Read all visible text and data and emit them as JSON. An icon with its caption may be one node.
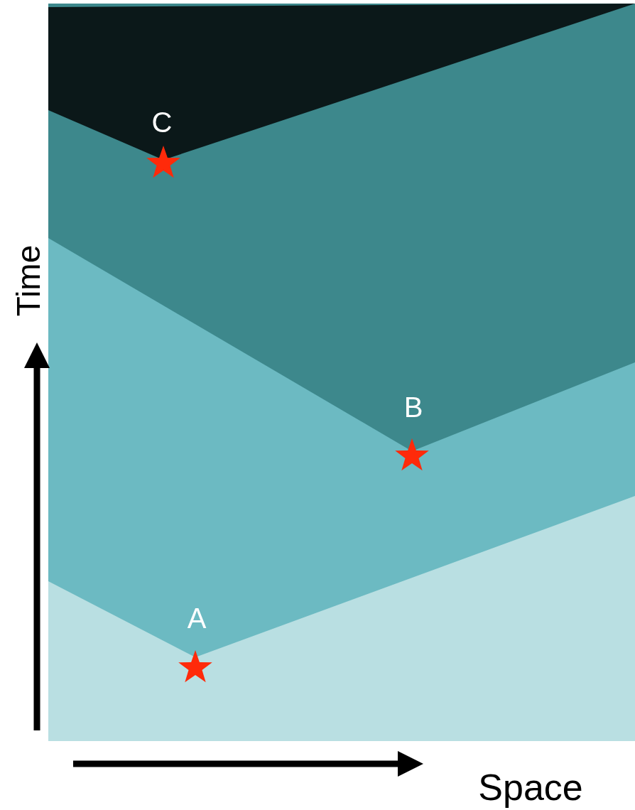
{
  "diagram": {
    "labels": [
      "C",
      "Time",
      "B",
      "A",
      "Space"
    ]
  }
}
